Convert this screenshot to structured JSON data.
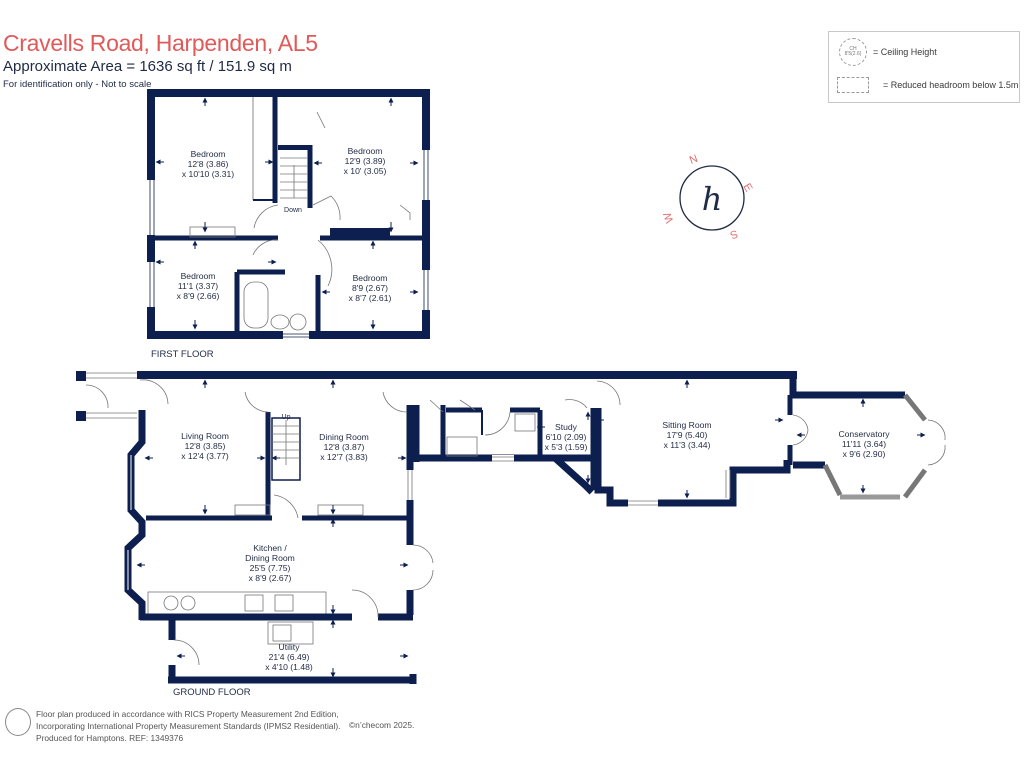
{
  "header": {
    "title": "Cravells Road, Harpenden, AL5",
    "area": "Approximate Area = 1636 sq ft / 151.9 sq m",
    "note": "For identification only - Not to scale"
  },
  "legend": {
    "ceiling_icon_line1": "CH",
    "ceiling_icon_line2": "8'5(2.6)",
    "ceiling_label": "= Ceiling Height",
    "reduced_label": "= Reduced headroom below 1.5m"
  },
  "compass": {
    "n": "N",
    "e": "E",
    "s": "S",
    "w": "W",
    "logo": "h"
  },
  "floors": {
    "first": {
      "label": "FIRST FLOOR",
      "stairs_label": "Down",
      "rooms": [
        {
          "name": "Bedroom",
          "dim1": "12'8 (3.86)",
          "dim2": "x 10'10 (3.31)"
        },
        {
          "name": "Bedroom",
          "dim1": "12'9 (3.89)",
          "dim2": "x 10' (3.05)"
        },
        {
          "name": "Bedroom",
          "dim1": "11'1 (3.37)",
          "dim2": "x 8'9 (2.66)"
        },
        {
          "name": "Bedroom",
          "dim1": "8'9 (2.67)",
          "dim2": "x 8'7 (2.61)"
        }
      ]
    },
    "ground": {
      "label": "GROUND FLOOR",
      "stairs_label": "Up",
      "rooms": [
        {
          "name": "Living Room",
          "dim1": "12'8 (3.85)",
          "dim2": "x 12'4 (3.77)"
        },
        {
          "name": "Dining Room",
          "dim1": "12'8 (3.87)",
          "dim2": "x 12'7 (3.83)"
        },
        {
          "name": "Kitchen /",
          "name2": "Dining Room",
          "dim1": "25'5 (7.75)",
          "dim2": "x 8'9 (2.67)"
        },
        {
          "name": "Utility",
          "dim1": "21'4 (6.49)",
          "dim2": "x 4'10 (1.48)"
        },
        {
          "name": "Study",
          "dim1": "6'10 (2.09)",
          "dim2": "x 5'3 (1.59)"
        },
        {
          "name": "Sitting Room",
          "dim1": "17'9 (5.40)",
          "dim2": "x 11'3 (3.44)"
        },
        {
          "name": "Conservatory",
          "dim1": "11'11 (3.64)",
          "dim2": "x 9'6 (2.90)"
        }
      ]
    }
  },
  "footer": {
    "line1": "Floor plan produced in accordance with RICS Property Measurement 2nd Edition,",
    "line2": "Incorporating International Property Measurement Standards (IPMS2 Residential).",
    "line3": "Produced for Hamptons.   REF:  1349376",
    "copyright": "©n’checom 2025."
  },
  "colors": {
    "wall": "#0d1f4f",
    "title": "#e05a5a",
    "text": "#1f2a44",
    "compass_letters": "#e07070"
  }
}
